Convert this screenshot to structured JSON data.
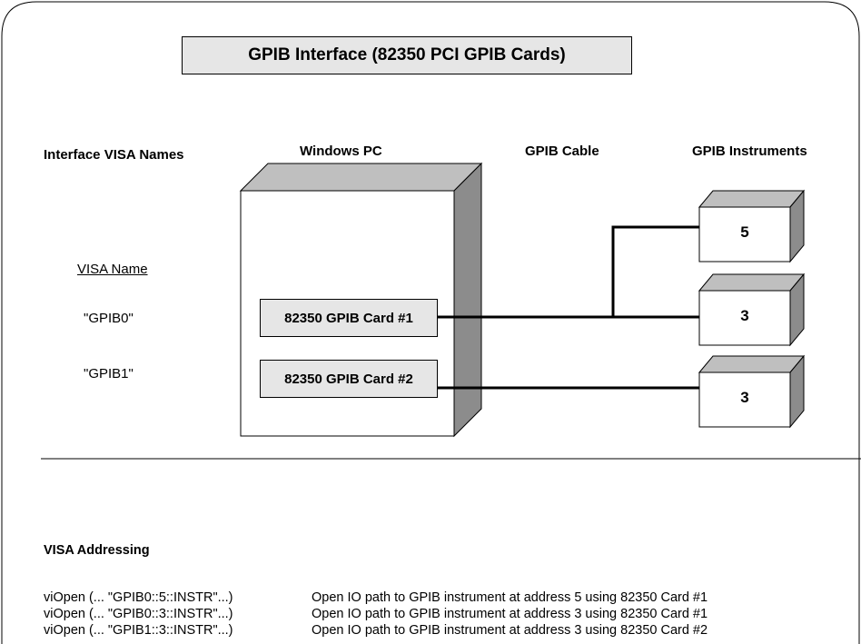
{
  "title": "GPIB Interface (82350 PCI GPIB Cards)",
  "headers": {
    "visa_names": "Interface VISA Names",
    "pc": "Windows PC",
    "cable": "GPIB Cable",
    "instruments": "GPIB Instruments"
  },
  "visa_name_header": "VISA Name",
  "visa_names": [
    "\"GPIB0\"",
    "\"GPIB1\""
  ],
  "cards": [
    "82350 GPIB Card #1",
    "82350 GPIB Card #2"
  ],
  "instruments": [
    "5",
    "3",
    "3"
  ],
  "addressing": {
    "heading": "VISA Addressing",
    "rows": [
      {
        "call": "viOpen (... \"GPIB0::5::INSTR\"...)",
        "description": "Open IO path to GPIB instrument at address 5 using 82350 Card #1"
      },
      {
        "call": "viOpen (... \"GPIB0::3::INSTR\"...)",
        "description": "Open IO path to GPIB instrument at address 3 using 82350 Card #1"
      },
      {
        "call": "viOpen (... \"GPIB1::3::INSTR\"...)",
        "description": "Open IO path to GPIB instrument at address 3 using 82350 Card #2"
      }
    ]
  }
}
